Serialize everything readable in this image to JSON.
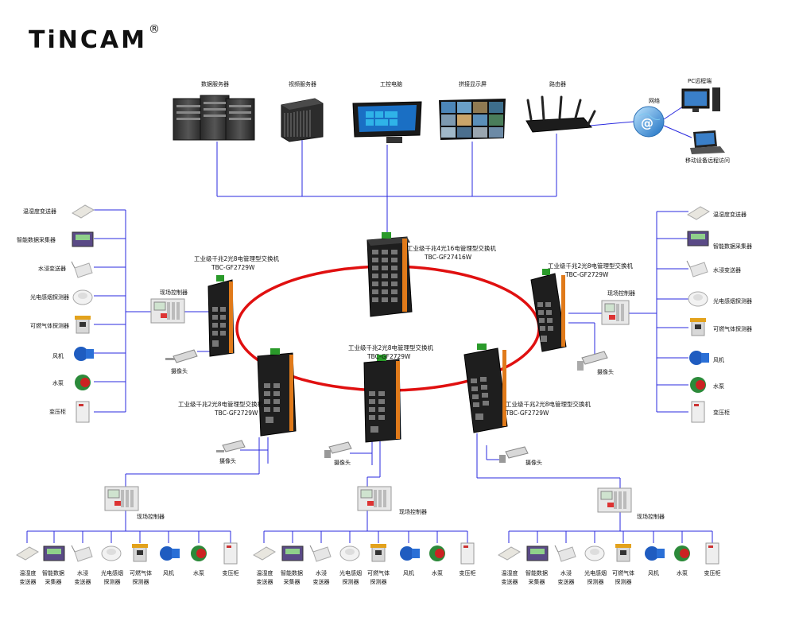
{
  "brand": {
    "name": "TiNCAM",
    "registered": "®"
  },
  "top_devices": {
    "data_server": "数据服务器",
    "video_server": "视频服务器",
    "industrial_pc": "工控电脑",
    "video_wall": "拼接显示屏",
    "router": "路由器"
  },
  "remote": {
    "network": "网络",
    "pc_remote": "PC远程端",
    "mobile_remote": "移动设备远程访问"
  },
  "switches": {
    "center_top": {
      "name": "工业级千兆4光16电管理型交换机",
      "model": "TBC-GF27416W"
    },
    "left": {
      "name": "工业级千兆2光8电管理型交换机",
      "model": "TBC-GF2729W"
    },
    "right": {
      "name": "工业级千兆2光8电管理型交换机",
      "model": "TBC-GF2729W"
    },
    "bottom_left": {
      "name": "工业级千兆2光8电管理型交换机",
      "model": "TBC-GF2729W"
    },
    "bottom_center": {
      "name": "工业级千兆2光8电管理型交换机",
      "model": "TBC-GF2729W"
    },
    "bottom_right": {
      "name": "工业级千兆2光8电管理型交换机",
      "model": "TBC-GF2729W"
    }
  },
  "field_controller": "现场控制器",
  "camera": "摄像头",
  "sensors_side": [
    "温湿度变送器",
    "智能数据采集器",
    "水浸变送器",
    "光电感烟探测器",
    "可燃气体探测器",
    "风机",
    "水泵",
    "变压柜"
  ],
  "sensors_bottom": [
    {
      "l1": "温湿度",
      "l2": "变送器"
    },
    {
      "l1": "智能数据",
      "l2": "采集器"
    },
    {
      "l1": "水浸",
      "l2": "变送器"
    },
    {
      "l1": "光电感烟",
      "l2": "探测器"
    },
    {
      "l1": "可燃气体",
      "l2": "探测器"
    },
    {
      "l1": "风机",
      "l2": ""
    },
    {
      "l1": "水泵",
      "l2": ""
    },
    {
      "l1": "变压柜",
      "l2": ""
    }
  ],
  "colors": {
    "bus_line": "#2a2adf",
    "ring": "#e01010",
    "switch_body": "#1e1e1e",
    "switch_stripe": "#e07a1a"
  }
}
